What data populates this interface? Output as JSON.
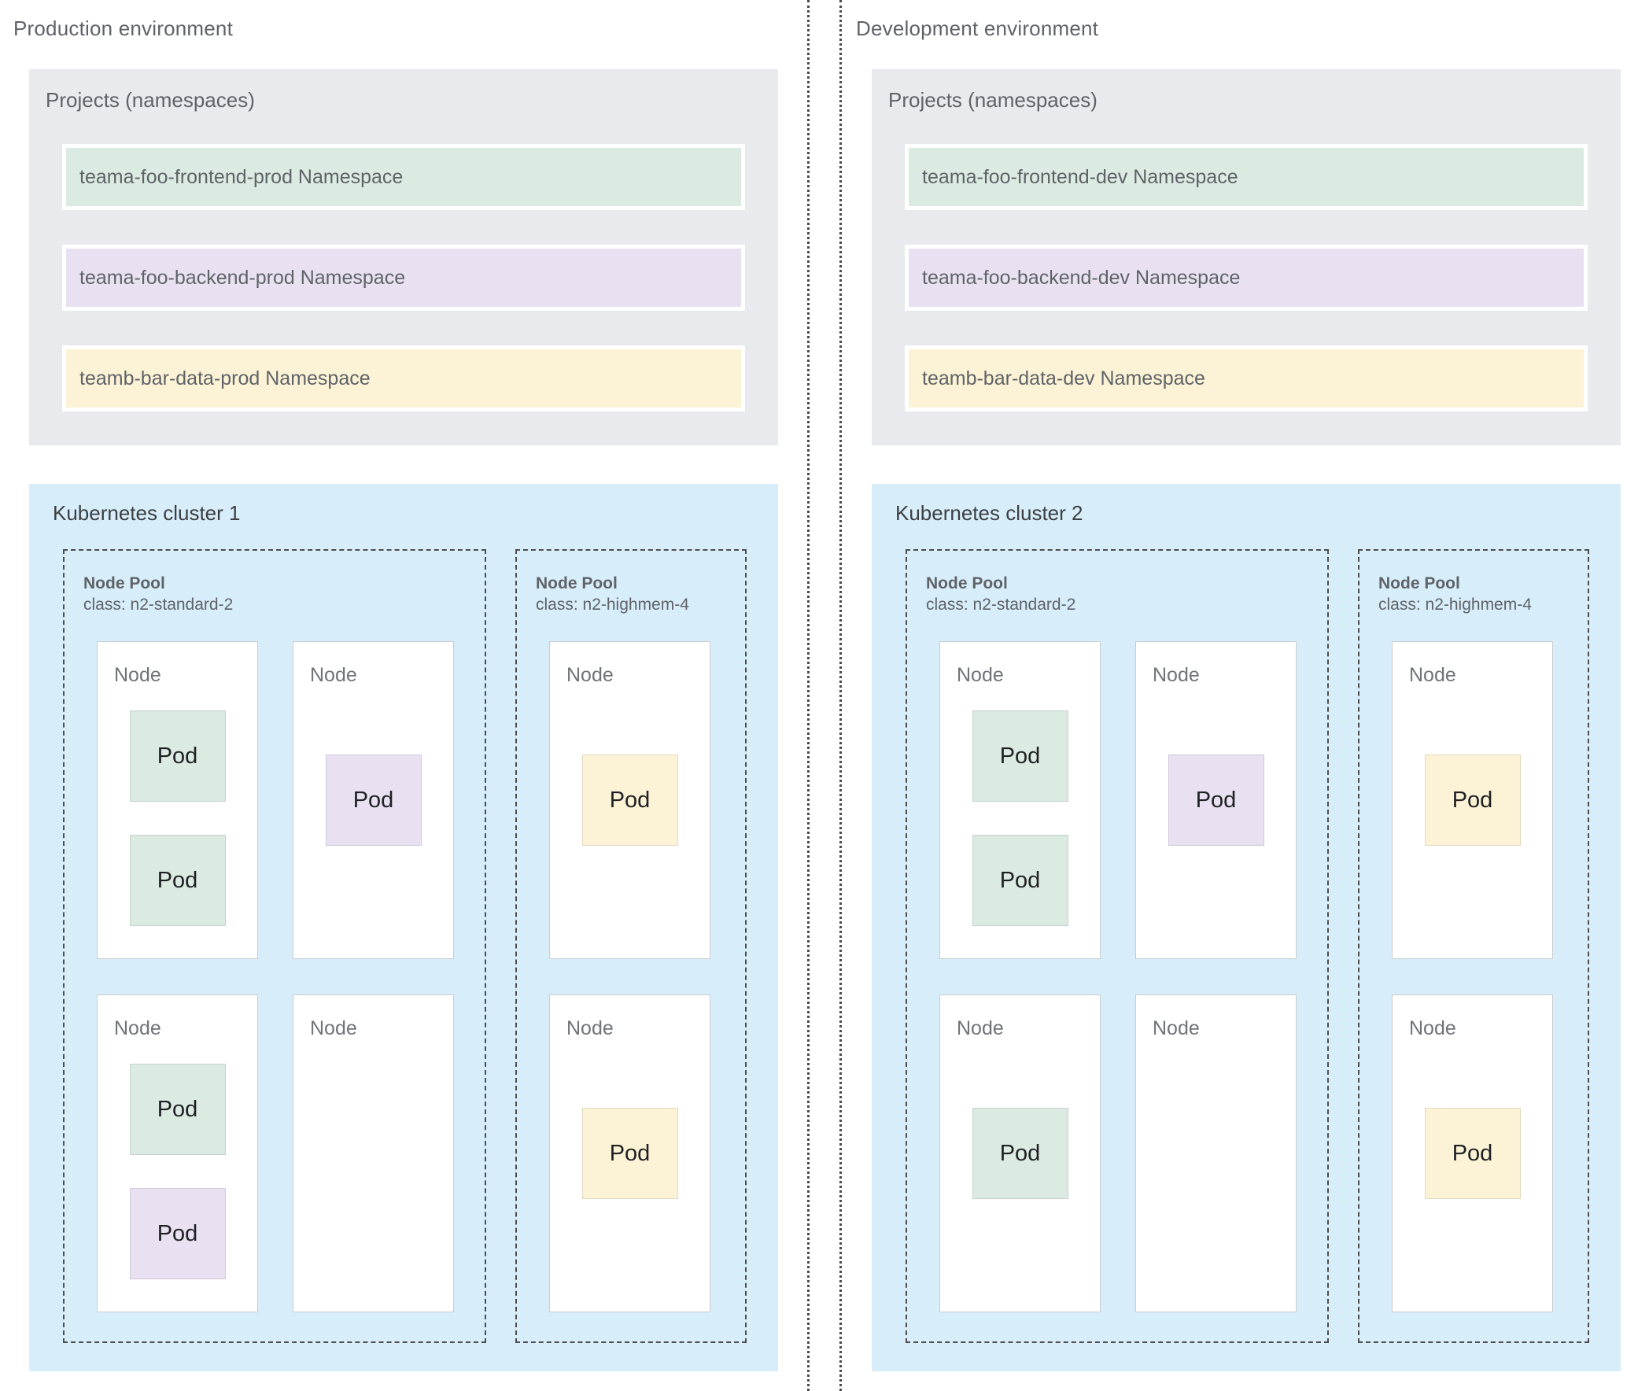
{
  "colors": {
    "namespace_frontend": "#dcebe2",
    "namespace_backend": "#e9e1f1",
    "namespace_data": "#fcf3d6",
    "projects_bg": "#e8eaed",
    "cluster_bg": "#d7edfa",
    "divider": "#4a4a4a",
    "label_gray": "#5f6368",
    "pod_text": "#202124"
  },
  "environments": [
    {
      "title": "Production environment",
      "projects": {
        "title": "Projects (namespaces)",
        "namespaces": [
          {
            "label": "teama-foo-frontend-prod Namespace",
            "color_key": "frontend"
          },
          {
            "label": "teama-foo-backend-prod Namespace",
            "color_key": "backend"
          },
          {
            "label": "teamb-bar-data-prod Namespace",
            "color_key": "data"
          }
        ]
      },
      "cluster": {
        "title": "Kubernetes cluster 1",
        "node_pools": [
          {
            "title": "Node Pool",
            "class_label": "class: n2-standard-2",
            "columns": 2,
            "nodes": [
              {
                "label": "Node",
                "pods": [
                  {
                    "label": "Pod",
                    "color_key": "frontend"
                  },
                  {
                    "label": "Pod",
                    "color_key": "frontend"
                  }
                ]
              },
              {
                "label": "Node",
                "pods": [
                  {
                    "label": "Pod",
                    "color_key": "backend"
                  }
                ]
              },
              {
                "label": "Node",
                "pods": [
                  {
                    "label": "Pod",
                    "color_key": "frontend"
                  },
                  {
                    "label": "Pod",
                    "color_key": "backend"
                  }
                ]
              },
              {
                "label": "Node",
                "pods": []
              }
            ]
          },
          {
            "title": "Node Pool",
            "class_label": "class: n2-highmem-4",
            "columns": 1,
            "nodes": [
              {
                "label": "Node",
                "pods": [
                  {
                    "label": "Pod",
                    "color_key": "data"
                  }
                ]
              },
              {
                "label": "Node",
                "pods": [
                  {
                    "label": "Pod",
                    "color_key": "data"
                  }
                ]
              }
            ]
          }
        ]
      }
    },
    {
      "title": "Development environment",
      "projects": {
        "title": "Projects (namespaces)",
        "namespaces": [
          {
            "label": "teama-foo-frontend-dev Namespace",
            "color_key": "frontend"
          },
          {
            "label": "teama-foo-backend-dev Namespace",
            "color_key": "backend"
          },
          {
            "label": "teamb-bar-data-dev Namespace",
            "color_key": "data"
          }
        ]
      },
      "cluster": {
        "title": "Kubernetes cluster 2",
        "node_pools": [
          {
            "title": "Node Pool",
            "class_label": "class: n2-standard-2",
            "columns": 2,
            "nodes": [
              {
                "label": "Node",
                "pods": [
                  {
                    "label": "Pod",
                    "color_key": "frontend"
                  },
                  {
                    "label": "Pod",
                    "color_key": "frontend"
                  }
                ]
              },
              {
                "label": "Node",
                "pods": [
                  {
                    "label": "Pod",
                    "color_key": "backend"
                  }
                ]
              },
              {
                "label": "Node",
                "pods": [
                  {
                    "label": "Pod",
                    "color_key": "frontend"
                  }
                ]
              },
              {
                "label": "Node",
                "pods": []
              }
            ]
          },
          {
            "title": "Node Pool",
            "class_label": "class: n2-highmem-4",
            "columns": 1,
            "nodes": [
              {
                "label": "Node",
                "pods": [
                  {
                    "label": "Pod",
                    "color_key": "data"
                  }
                ]
              },
              {
                "label": "Node",
                "pods": [
                  {
                    "label": "Pod",
                    "color_key": "data"
                  }
                ]
              }
            ]
          }
        ]
      }
    }
  ]
}
